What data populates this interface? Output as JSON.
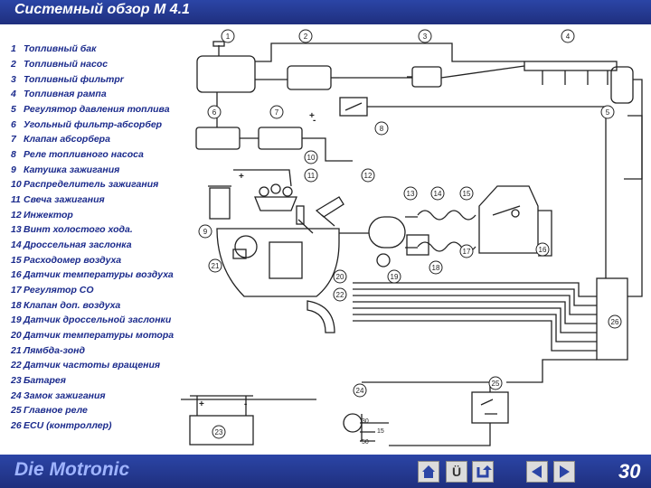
{
  "header": {
    "title": "Системный обзор М 4.1"
  },
  "footer": {
    "title": "Die Motronic",
    "page_number": "30",
    "help_glyph": "Ü"
  },
  "legend": [
    {
      "num": "1",
      "label": "Топливный бак"
    },
    {
      "num": "2",
      "label": "Топливный насос"
    },
    {
      "num": "3",
      "label": "Топливный фильтрr"
    },
    {
      "num": "4",
      "label": "Топливная рампа"
    },
    {
      "num": "5",
      "label": "Регулятор давления топлива"
    },
    {
      "num": "6",
      "label": "Угольный фильтр-абсорбер"
    },
    {
      "num": "7",
      "label": "Клапан абсорбера"
    },
    {
      "num": "8",
      "label": "Реле топливного насоса"
    },
    {
      "num": "9",
      "label": "Катушка зажигания"
    },
    {
      "num": "10",
      "label": "Распределитель зажигания"
    },
    {
      "num": "11",
      "label": "Свеча зажигания"
    },
    {
      "num": "12",
      "label": "Инжектор"
    },
    {
      "num": "13",
      "label": "Винт холостого хода."
    },
    {
      "num": "14",
      "label": "Дроссельная заслонка"
    },
    {
      "num": "15",
      "label": "Расходомер воздуха"
    },
    {
      "num": "16",
      "label": "Датчик температуры воздуха"
    },
    {
      "num": "17",
      "label": "Регулятор СО"
    },
    {
      "num": "18",
      "label": "Клапан доп. воздуха"
    },
    {
      "num": "19",
      "label": "Датчик дроссельной заслонки"
    },
    {
      "num": "20",
      "label": "Датчик температуры мотора"
    },
    {
      "num": "21",
      "label": "Лямбда-зонд"
    },
    {
      "num": "22",
      "label": "Датчик частоты вращения"
    },
    {
      "num": "23",
      "label": "Батарея"
    },
    {
      "num": "24",
      "label": "Замок зажигания"
    },
    {
      "num": "25",
      "label": "Главное реле"
    },
    {
      "num": "26",
      "label": "ECU (контроллер)"
    }
  ],
  "diagram": {
    "callouts": [
      "1",
      "2",
      "3",
      "4",
      "5",
      "6",
      "7",
      "8",
      "9",
      "10",
      "11",
      "12",
      "13",
      "14",
      "15",
      "16",
      "17",
      "18",
      "19",
      "20",
      "21",
      "22",
      "23",
      "24",
      "25",
      "26"
    ],
    "terminals": [
      "30",
      "15",
      "50"
    ],
    "polarity": [
      "+",
      "+",
      "-",
      "+",
      "-"
    ]
  },
  "colors": {
    "bar": "#2b45a6",
    "legend_text": "#1a2a8c",
    "line": "#222222"
  }
}
